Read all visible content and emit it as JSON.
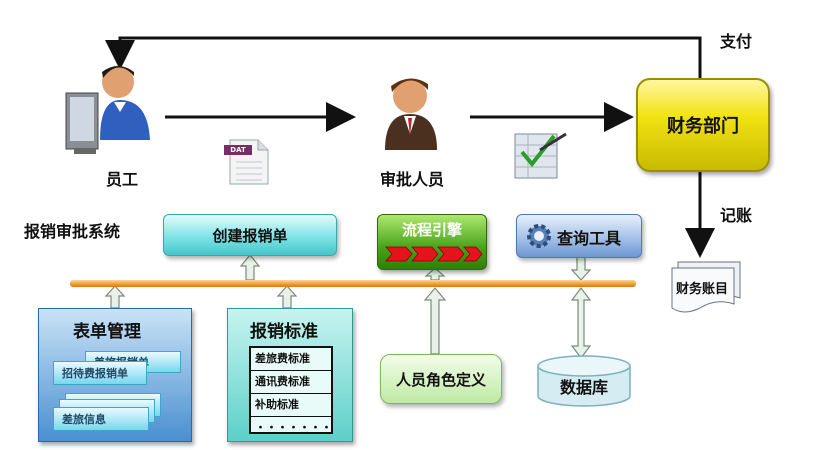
{
  "nodes": {
    "employee": "员工",
    "approver": "审批人员",
    "finance": "财务部门",
    "system": "报销审批系统",
    "create_form": "创建报销单",
    "engine": "流程引擎",
    "query_tool": "查询工具",
    "form_mgmt": "表单管理",
    "standards": "报销标准",
    "role_def": "人员角色定义",
    "database": "数据库",
    "ledger": "财务账目"
  },
  "edges": {
    "pay": "支付",
    "bookkeeping": "记账"
  },
  "doc_icon": "DAT",
  "forms": [
    "差旅报销单",
    "招待费报销单",
    "差旅信息"
  ],
  "standards_list": [
    "差旅费标准",
    "通讯费标准",
    "补助标准",
    "・・・・・・・"
  ]
}
